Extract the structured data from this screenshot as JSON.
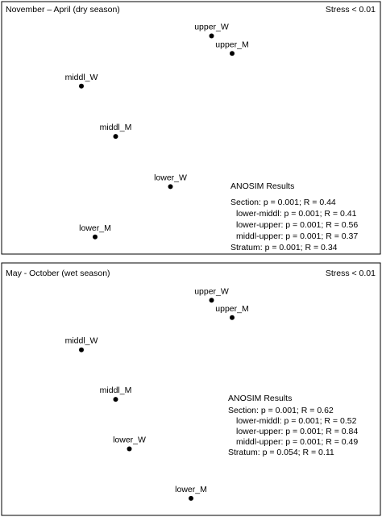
{
  "chart_data": [
    {
      "type": "scatter",
      "title": "November – April (dry season)",
      "stress": "Stress < 0.01",
      "points": [
        {
          "label": "upper_W",
          "x": 0.0,
          "y": 7.8
        },
        {
          "label": "upper_M",
          "x": 0.3,
          "y": 7.1
        },
        {
          "label": "middl_W",
          "x": -1.9,
          "y": 5.8
        },
        {
          "label": "middl_M",
          "x": -1.4,
          "y": 3.8
        },
        {
          "label": "lower_W",
          "x": -0.6,
          "y": 1.8
        },
        {
          "label": "lower_M",
          "x": -1.7,
          "y": -0.2
        }
      ],
      "xlim": [
        -2.5,
        1.5
      ],
      "ylim": [
        -0.4,
        8.2
      ],
      "anosim": {
        "heading": "ANOSIM Results",
        "lines": [
          "Section: p = 0.001; R = 0.44",
          "lower-middl: p = 0.001; R = 0.41",
          "lower-upper: p = 0.001; R = 0.56",
          "middl-upper: p = 0.001; R = 0.37",
          "Stratum: p = 0.001; R = 0.34"
        ]
      }
    },
    {
      "type": "scatter",
      "title": "May - October (wet season)",
      "stress": "Stress < 0.01",
      "points": [
        {
          "label": "upper_W",
          "x": 0.0,
          "y": 7.8
        },
        {
          "label": "upper_M",
          "x": 0.3,
          "y": 7.1
        },
        {
          "label": "middl_W",
          "x": -1.9,
          "y": 5.8
        },
        {
          "label": "middl_M",
          "x": -1.4,
          "y": 3.8
        },
        {
          "label": "lower_W",
          "x": -1.2,
          "y": 1.8
        },
        {
          "label": "lower_M",
          "x": -0.3,
          "y": -0.2
        }
      ],
      "xlim": [
        -2.5,
        1.5
      ],
      "ylim": [
        -0.4,
        8.2
      ],
      "anosim": {
        "heading": "ANOSIM Results",
        "lines": [
          "Section: p = 0.001; R = 0.62",
          "lower-middl: p = 0.001; R = 0.52",
          "lower-upper: p = 0.001; R = 0.84",
          "middl-upper: p = 0.001; R = 0.49",
          "Stratum: p = 0.054; R = 0.11"
        ]
      }
    }
  ]
}
